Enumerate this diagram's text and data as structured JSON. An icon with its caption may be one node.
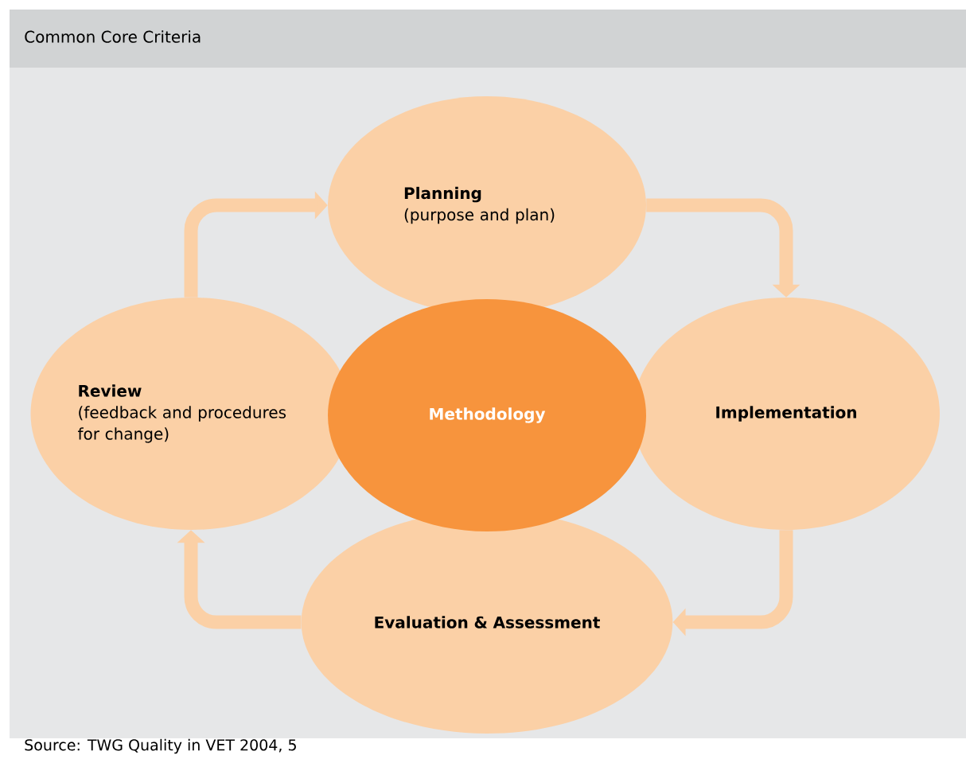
{
  "diagram": {
    "title": "Common Core Criteria",
    "caption": "Source: TWG Quality in VET 2004, 5",
    "nodes": [
      {
        "text": [
          "Planning",
          "(purpose and plan)"
        ]
      },
      {
        "text": [
          "Review",
          "(feedback and procedures for change)"
        ]
      },
      {
        "text": [
          "Methodology"
        ]
      },
      {
        "text": [
          "Implementation"
        ]
      },
      {
        "text": [
          "Evaluation & Assessment"
        ]
      }
    ],
    "edges": [
      {
        "from": 1,
        "to": 0,
        "arrow": "to"
      },
      {
        "from": 0,
        "to": 3,
        "arrow": "to"
      },
      {
        "from": 3,
        "to": 4,
        "arrow": "to"
      },
      {
        "from": 4,
        "to": 1,
        "arrow": "to"
      }
    ]
  }
}
